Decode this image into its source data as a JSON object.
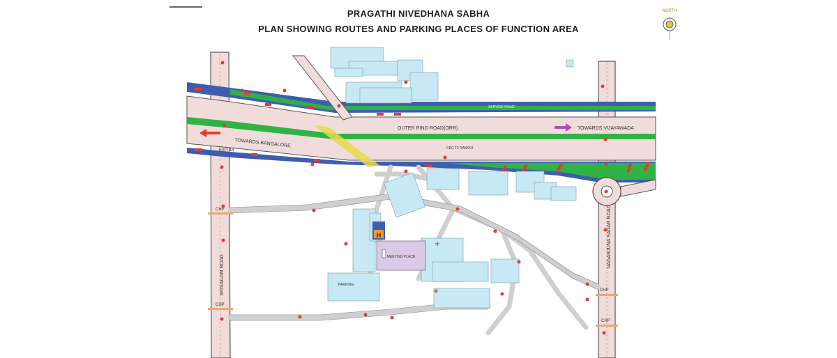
{
  "title_line1": "PRAGATHI NIVEDHANA SABHA",
  "title_line2": "PLAN SHOWING ROUTES AND PARKING PLACES OF FUNCTION AREA",
  "north_label": "NORTH",
  "roads": {
    "orr": "OUTER RING ROAD(ORR)",
    "towards_vijayawada": "TOWARDS VIJAYAWADA",
    "towards_bangalore": "TOWARDS BANGALORE",
    "exit": "EXIT 14",
    "srisailam": "SRISAILAM ROAD",
    "nagarjuna": "NAGARJUNA SAGAR ROAD",
    "service_road": "SERVICE ROAD"
  },
  "labels": {
    "chp_left_top": "CHP",
    "chp_left_bottom": "CHP",
    "chp_right_top": "CHP",
    "chp_right_bottom": "CHP",
    "meeting_place": "MEETING PLACE",
    "helipad": "H",
    "parking_bottom_left": "PARKING",
    "cec_ramoji": "CEC T2 RAMOJI"
  },
  "colors": {
    "road_fill": "#f1dcdc",
    "road_edge": "#555555",
    "service_blue": "#3f5db0",
    "green": "#2fb344",
    "parking": "#c7e9f3",
    "meeting": "#dcc9e6",
    "arrow_red": "#e23c2f",
    "arrow_purple": "#b04fb0",
    "marker": "#e23c2f"
  }
}
